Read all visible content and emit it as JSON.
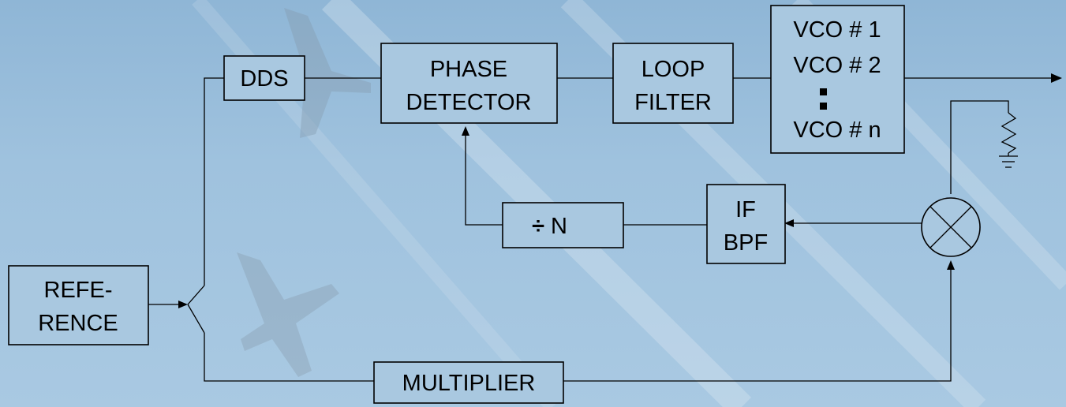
{
  "background": {
    "theme": "sky with aircraft and contrails",
    "colors": {
      "sky": "#9fc2de",
      "box_fill": "#a9c8e0",
      "line": "#000000"
    }
  },
  "blocks": {
    "dds": {
      "label": "DDS"
    },
    "phase_detector": {
      "line1": "PHASE",
      "line2": "DETECTOR"
    },
    "loop_filter": {
      "line1": "LOOP",
      "line2": "FILTER"
    },
    "vco_bank": {
      "line1": "VCO # 1",
      "line2": "VCO # 2",
      "line3": "VCO # n"
    },
    "reference": {
      "line1": "REFE-",
      "line2": "RENCE"
    },
    "divider": {
      "symbol": "÷",
      "label": "N"
    },
    "if_bpf": {
      "line1": "IF",
      "line2": "BPF"
    },
    "multiplier": {
      "label": "MULTIPLIER"
    }
  },
  "icons": {
    "mixer": "mixer-circle-x-icon",
    "antenna_load": "resistor-ground-icon",
    "switch": "spdt-switch-icon",
    "output": "arrow-right-icon"
  }
}
